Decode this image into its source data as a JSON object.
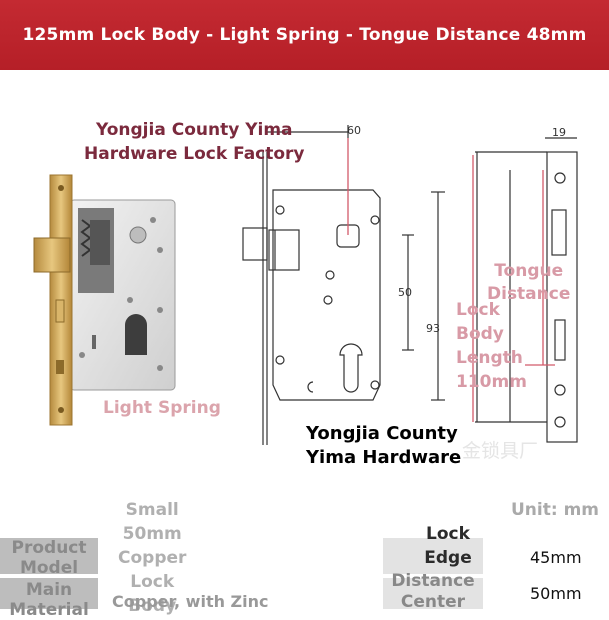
{
  "banner": {
    "title": "125mm Lock Body - Light Spring - Tongue Distance 48mm"
  },
  "overlay": {
    "factory_line1": "Yongjia County Yima",
    "factory_line2": "Hardware Lock Factory",
    "light_spring": "Light Spring",
    "brand_line1": "Yongjia County",
    "brand_line2": "Yima Hardware",
    "watermark": "金锁具厂",
    "tongue_line1": "Tongue",
    "tongue_line2": "Distance",
    "lock_body_lines": [
      "Lock",
      "Body",
      "Length",
      "110mm"
    ],
    "unit": "Unit: mm"
  },
  "drawing": {
    "dim_top": "60",
    "dim_mid": "50",
    "dim_height": "93",
    "dim_side": "19"
  },
  "spec_table": {
    "rows": [
      {
        "label": "Product Model",
        "value": "Small 50mm Copper Lock Body",
        "right_label": "Lock Edge",
        "right_value": "45mm"
      },
      {
        "label": "Main Material",
        "value": "Copper, with Zinc",
        "right_label": "Distance Center",
        "right_value": "50mm"
      }
    ],
    "value_lines": [
      "Small",
      "50mm",
      "Copper",
      "Lock",
      "Body"
    ]
  },
  "colors": {
    "banner_red": "#b51f27",
    "factory_text": "#7b2a3d",
    "pink_label": "#d89aa6",
    "brass": "#c9a15a"
  }
}
